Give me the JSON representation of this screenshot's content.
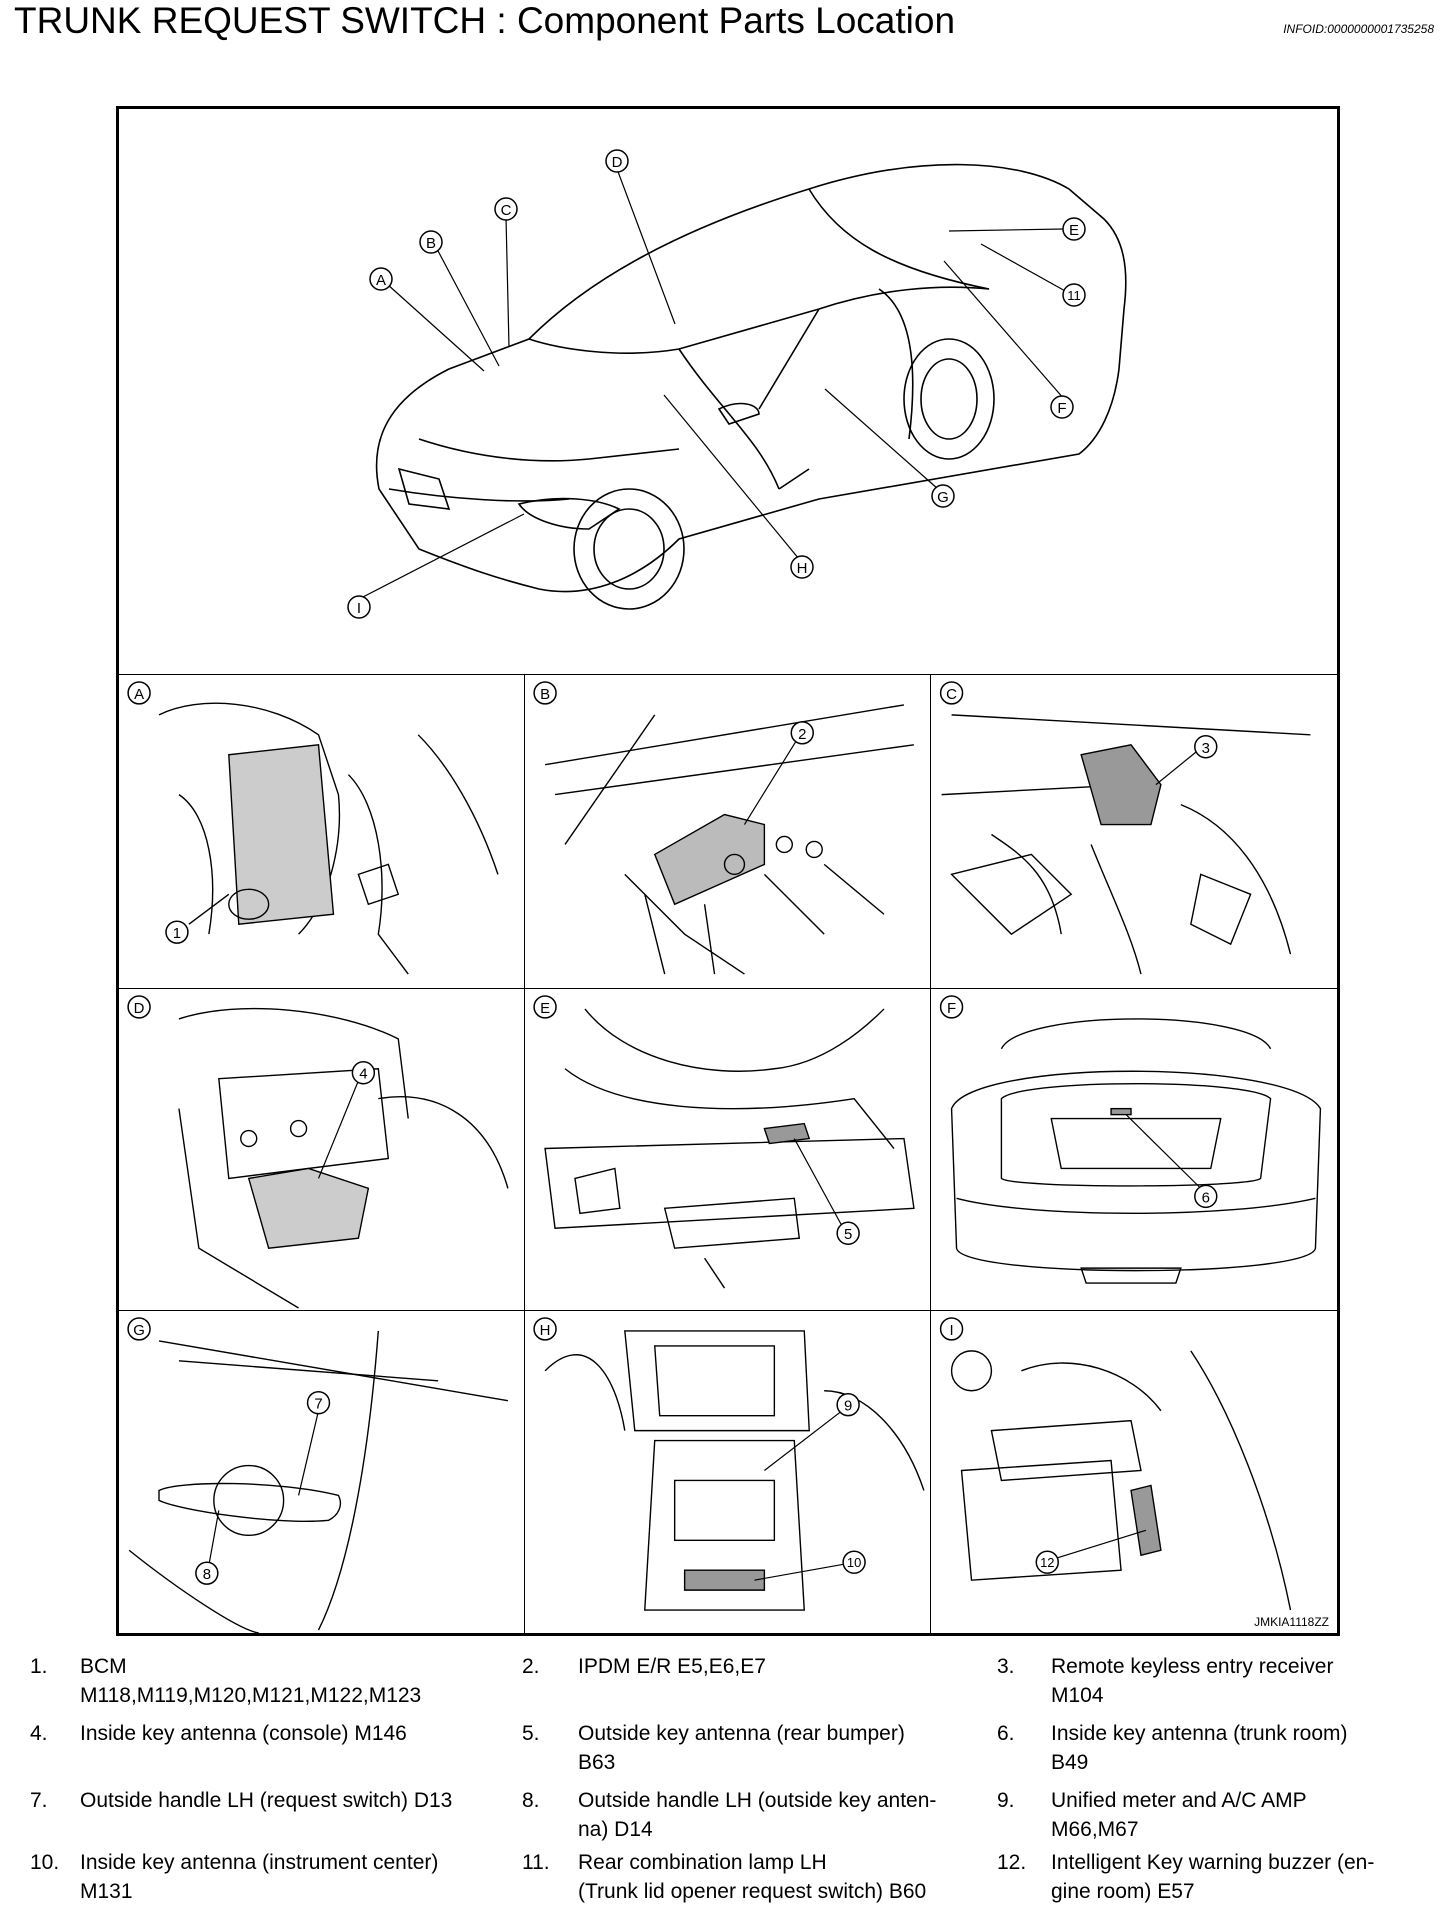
{
  "header": {
    "title": "TRUNK REQUEST SWITCH : Component Parts Location",
    "info_id": "INFOID:0000000001735258"
  },
  "figure": {
    "code": "JMKIA1118ZZ",
    "car_callouts": [
      "A",
      "B",
      "C",
      "D",
      "E",
      "F",
      "G",
      "H",
      "I",
      "11"
    ],
    "panels": [
      {
        "letter": "A",
        "callout": "1"
      },
      {
        "letter": "B",
        "callout": "2"
      },
      {
        "letter": "C",
        "callout": "3"
      },
      {
        "letter": "D",
        "callout": "4"
      },
      {
        "letter": "E",
        "callout": "5"
      },
      {
        "letter": "F",
        "callout": "6"
      },
      {
        "letter": "G",
        "callout": "7",
        "callout2": "8"
      },
      {
        "letter": "H",
        "callout": "9",
        "callout2": "10"
      },
      {
        "letter": "I",
        "callout": "12"
      }
    ]
  },
  "legend": [
    {
      "num": "1.",
      "line1": "BCM",
      "line2": "M118,M119,M120,M121,M122,M123"
    },
    {
      "num": "2.",
      "line1": "IPDM E/R E5,E6,E7",
      "line2": ""
    },
    {
      "num": "3.",
      "line1": "Remote keyless entry receiver",
      "line2": "M104"
    },
    {
      "num": "4.",
      "line1": "Inside key antenna (console) M146",
      "line2": ""
    },
    {
      "num": "5.",
      "line1": "Outside key antenna (rear bumper)",
      "line2": "B63"
    },
    {
      "num": "6.",
      "line1": "Inside key antenna (trunk room)",
      "line2": "B49"
    },
    {
      "num": "7.",
      "line1": "Outside handle LH (request switch) D13",
      "line2": ""
    },
    {
      "num": "8.",
      "line1": "Outside handle LH (outside key anten-",
      "line2": "na) D14"
    },
    {
      "num": "9.",
      "line1": "Unified meter and A/C AMP",
      "line2": "M66,M67"
    },
    {
      "num": "10.",
      "line1": "Inside key antenna (instrument center)",
      "line2": "M131"
    },
    {
      "num": "11.",
      "line1": "Rear combination lamp LH",
      "line2": "(Trunk lid opener request switch) B60"
    },
    {
      "num": "12.",
      "line1": "Intelligent Key warning buzzer (en-",
      "line2": "gine room) E57"
    }
  ]
}
